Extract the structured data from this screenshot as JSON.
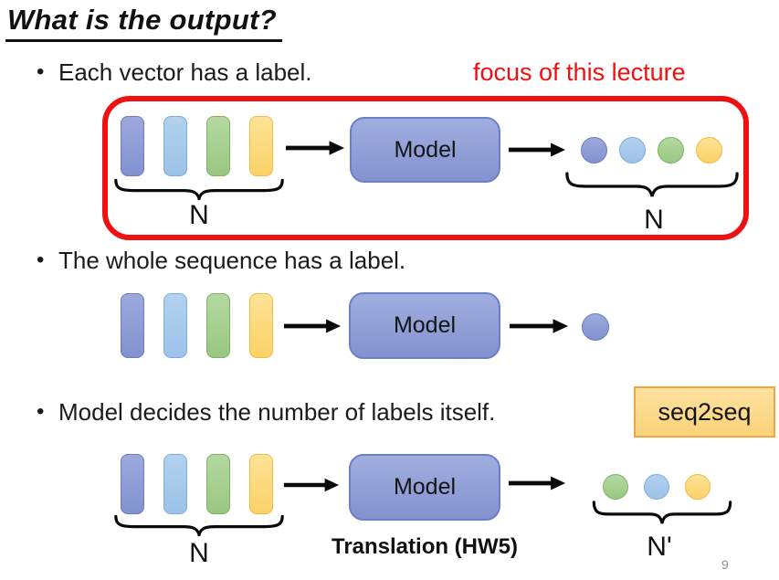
{
  "title": "What is the output?",
  "glyphs": {
    "bullet": "•"
  },
  "bullets": [
    {
      "label": "Each vector has a label."
    },
    {
      "label": "The whole sequence has a label."
    },
    {
      "label": "Model decides the number of labels itself."
    }
  ],
  "annotations": {
    "focus_note": "focus of this lecture",
    "seq2seq_tag": "seq2seq",
    "translation_caption": "Translation (HW5)"
  },
  "diagrams": {
    "row1": {
      "model_label": "Model",
      "input_vectors": [
        "purple",
        "blue",
        "green",
        "yellow"
      ],
      "output_labels": [
        "purple",
        "blue",
        "green",
        "yellow"
      ],
      "input_count": "N",
      "output_count": "N"
    },
    "row2": {
      "model_label": "Model",
      "input_vectors": [
        "purple",
        "blue",
        "green",
        "yellow"
      ],
      "output_labels": [
        "purple"
      ]
    },
    "row3": {
      "model_label": "Model",
      "input_vectors": [
        "purple",
        "blue",
        "green",
        "yellow"
      ],
      "output_labels": [
        "green",
        "blue",
        "yellow"
      ],
      "input_count": "N",
      "output_count": "N'"
    }
  },
  "page_number": "9",
  "colors": {
    "accent_red": "#ee1111",
    "text": "#1b1b1b",
    "page_number_gray": "#8c8c8c",
    "model_fill": "#8e9ed8",
    "model_border": "#6e7fc6",
    "seq2seq_fill": "#fcd98c",
    "seq2seq_border": "#f0a63c",
    "vector_palette": {
      "purple": {
        "fill1": "#9ca9dd",
        "fill2": "#8292cf",
        "border": "#6b7cc4"
      },
      "blue": {
        "fill1": "#b3d1ef",
        "fill2": "#9cc2e8",
        "border": "#7fabdd"
      },
      "green": {
        "fill1": "#b4d9a1",
        "fill2": "#99c781",
        "border": "#7fb363"
      },
      "yellow": {
        "fill1": "#fde396",
        "fill2": "#fbd267",
        "border": "#f2b845"
      }
    }
  }
}
